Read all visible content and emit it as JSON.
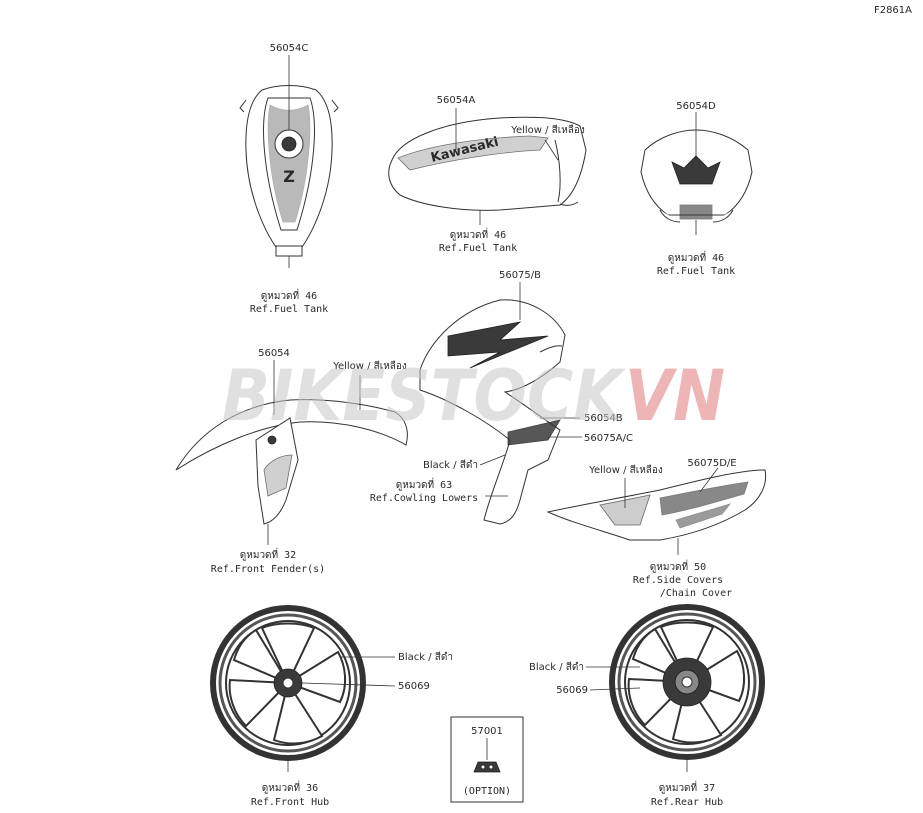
{
  "figure_code": "F2861A",
  "watermark": {
    "part1": "BIKESTOCK",
    "part2": "VN",
    "color1": "#c8c8c8",
    "color2": "#e07a7a"
  },
  "labels": {
    "tank_top_part": "56054C",
    "tank_top_ref_th": "ดูหมวดที่ 46",
    "tank_top_ref_en": "Ref.Fuel Tank",
    "tank_side_part": "56054A",
    "tank_side_color": "Yellow / สีเหลือง",
    "tank_side_ref_th": "ดูหมวดที่ 46",
    "tank_side_ref_en": "Ref.Fuel Tank",
    "tank_front_part": "56054D",
    "tank_front_ref_th": "ดูหมวดที่ 46",
    "tank_front_ref_en": "Ref.Fuel Tank",
    "fender_part": "56054",
    "fender_color": "Yellow / สีเหลือง",
    "fender_ref_th": "ดูหมวดที่ 32",
    "fender_ref_en": "Ref.Front Fender(s)",
    "cowl_part_top": "56075/B",
    "cowl_part_mid": "56054B",
    "cowl_part_low": "56075A/C",
    "cowl_color": "Black / สีดำ",
    "cowl_ref_th": "ดูหมวดที่ 63",
    "cowl_ref_en": "Ref.Cowling Lowers",
    "side_color": "Yellow / สีเหลือง",
    "side_part": "56075D/E",
    "side_ref_th": "ดูหมวดที่ 50",
    "side_ref_en1": "Ref.Side Covers",
    "side_ref_en2": "/Chain Cover",
    "front_wheel_color": "Black / สีดำ",
    "front_wheel_part": "56069",
    "front_wheel_ref_th": "ดูหมวดที่ 36",
    "front_wheel_ref_en": "Ref.Front Hub",
    "rear_wheel_color": "Black / สีดำ",
    "rear_wheel_part": "56069",
    "rear_wheel_ref_th": "ดูหมวดที่ 37",
    "rear_wheel_ref_en": "Ref.Rear Hub",
    "option_part": "57001",
    "option_label": "(OPTION)",
    "tank_logo": "Kawasaki",
    "tank_badge": "Z"
  }
}
